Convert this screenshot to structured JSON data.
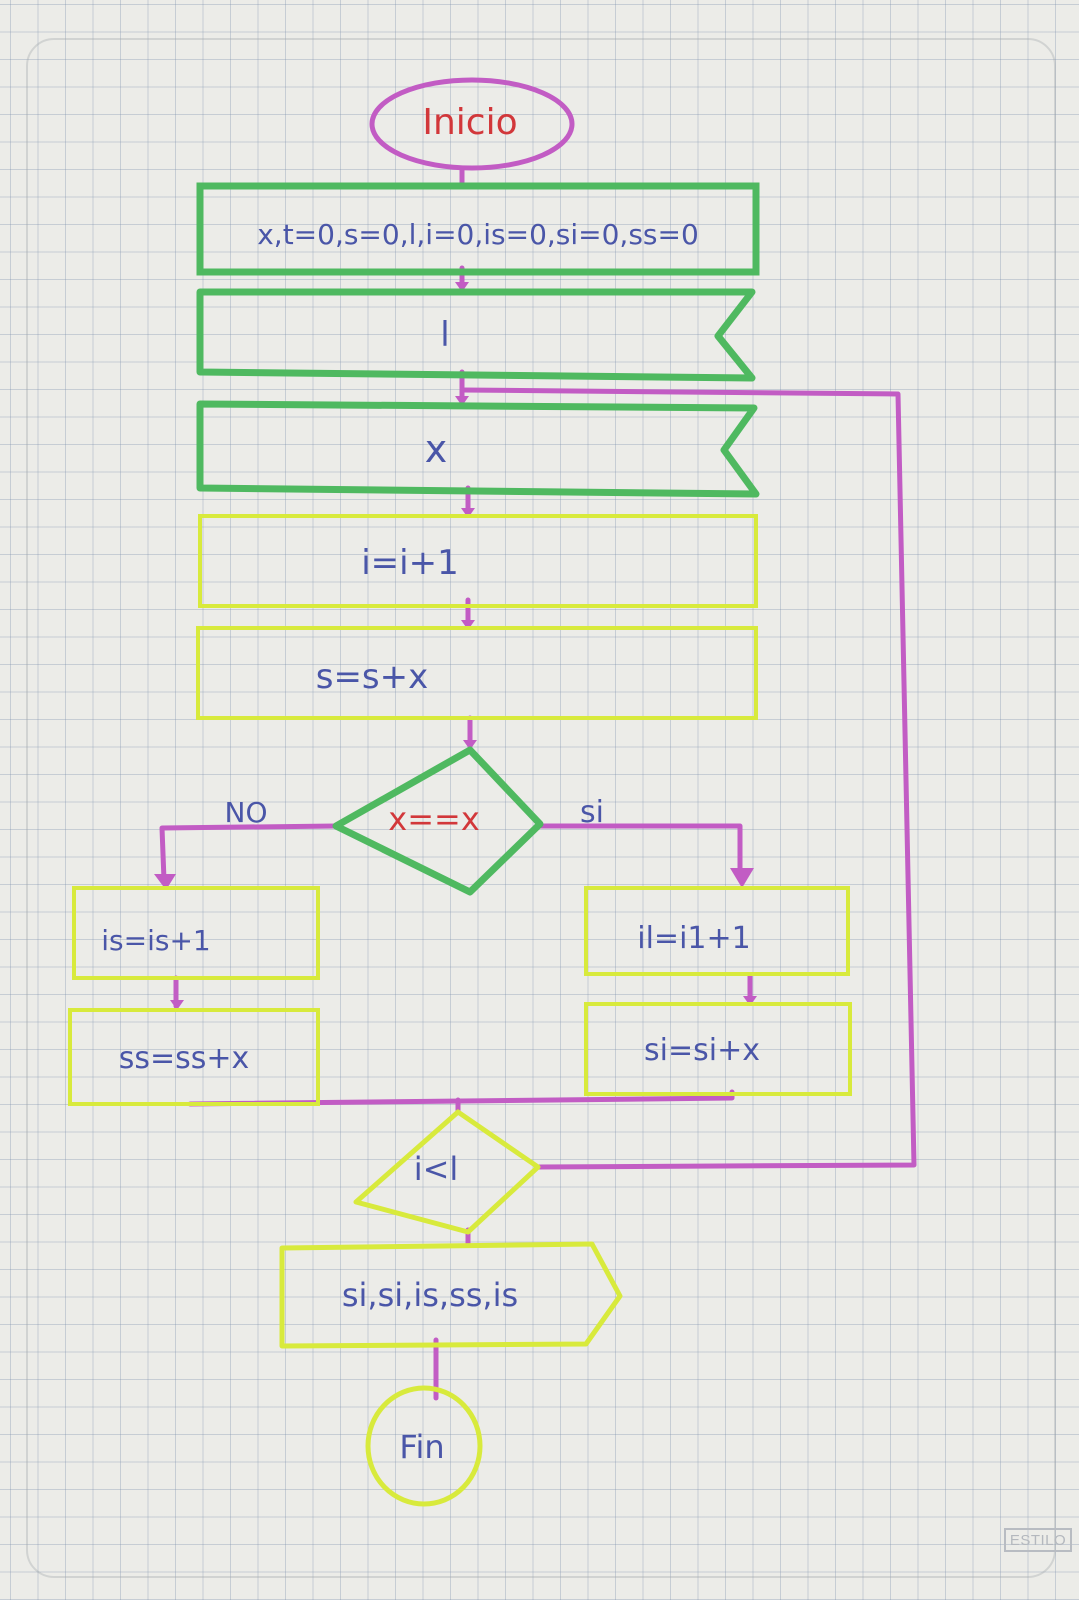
{
  "start_label": "Inicio",
  "init_label": "x,t=0,s=0,l,i=0,is=0,si=0,ss=0",
  "input_n_label": "l",
  "input_x_label": "x",
  "counter_label": "i=i+1",
  "sum_label": "s=s+x",
  "decision_label": "x==x",
  "branch_no_label": "NO",
  "branch_yes_label": "si",
  "no_step1_label": "is=is+1",
  "no_step2_label": "ss=ss+x",
  "yes_step1_label": "il=i1+1",
  "yes_step2_label": "si=si+x",
  "loop_label": "i<l",
  "output_label": "si,si,is,ss,is",
  "end_label": "Fin",
  "brand_label": "ESTILO",
  "colors": {
    "magenta": "#c25cc4",
    "green": "#4fb960",
    "yellow": "#d8ea3c",
    "blue_ink": "#4a56a8",
    "red_ink": "#d2373a"
  }
}
